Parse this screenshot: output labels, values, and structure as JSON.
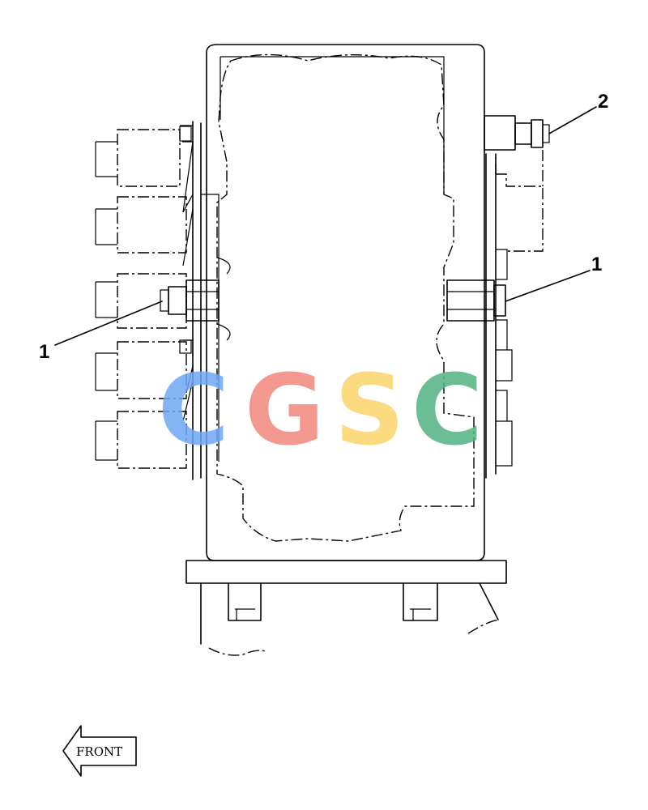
{
  "callouts": [
    {
      "id": "1",
      "label": "1"
    },
    {
      "id": "1",
      "label": "1"
    },
    {
      "id": "2",
      "label": "2"
    }
  ],
  "front_arrow": {
    "label": "FRONT"
  },
  "watermark": {
    "letters": [
      "C",
      "G",
      "S",
      "C"
    ],
    "colors": [
      "#6fa8f5",
      "#f1877b",
      "#fcd46a",
      "#52b283"
    ]
  }
}
